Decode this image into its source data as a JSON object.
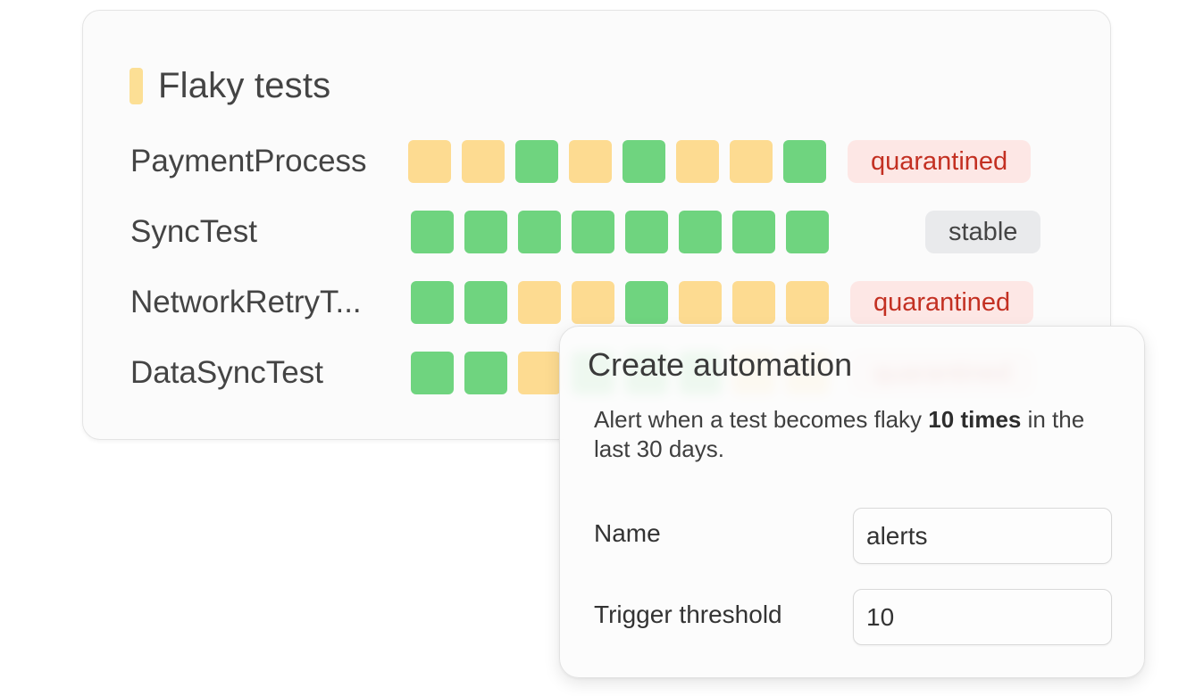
{
  "flaky_card": {
    "title": "Flaky tests",
    "accent_color": "#fcdf95",
    "tests": [
      {
        "name": "PaymentProcess",
        "runs": [
          "flaky",
          "flaky",
          "pass",
          "flaky",
          "pass",
          "flaky",
          "flaky",
          "pass"
        ],
        "status": "quarantined"
      },
      {
        "name": "SyncTest",
        "runs": [
          "pass",
          "pass",
          "pass",
          "pass",
          "pass",
          "pass",
          "pass",
          "pass"
        ],
        "status": "stable"
      },
      {
        "name": "NetworkRetryT...",
        "runs": [
          "pass",
          "pass",
          "flaky",
          "flaky",
          "pass",
          "flaky",
          "flaky",
          "flaky"
        ],
        "status": "quarantined"
      },
      {
        "name": "DataSyncTest",
        "runs": [
          "pass",
          "pass",
          "flaky",
          "pass",
          "pass",
          "pass",
          "flaky",
          "flaky"
        ],
        "status": "quarantined"
      }
    ]
  },
  "colors": {
    "pass": "#6fd47f",
    "flaky": "#fddb91",
    "quarantined_text": "#c33022",
    "quarantined_bg": "#fde7e5",
    "stable_bg": "#e9eaec"
  },
  "automation": {
    "title": "Create automation",
    "description_prefix": "Alert when a test becomes flaky ",
    "description_emphasis": "10 times",
    "description_suffix": " in the last 30 days.",
    "name_label": "Name",
    "name_value": "alerts",
    "threshold_label": "Trigger threshold",
    "threshold_value": "10"
  }
}
